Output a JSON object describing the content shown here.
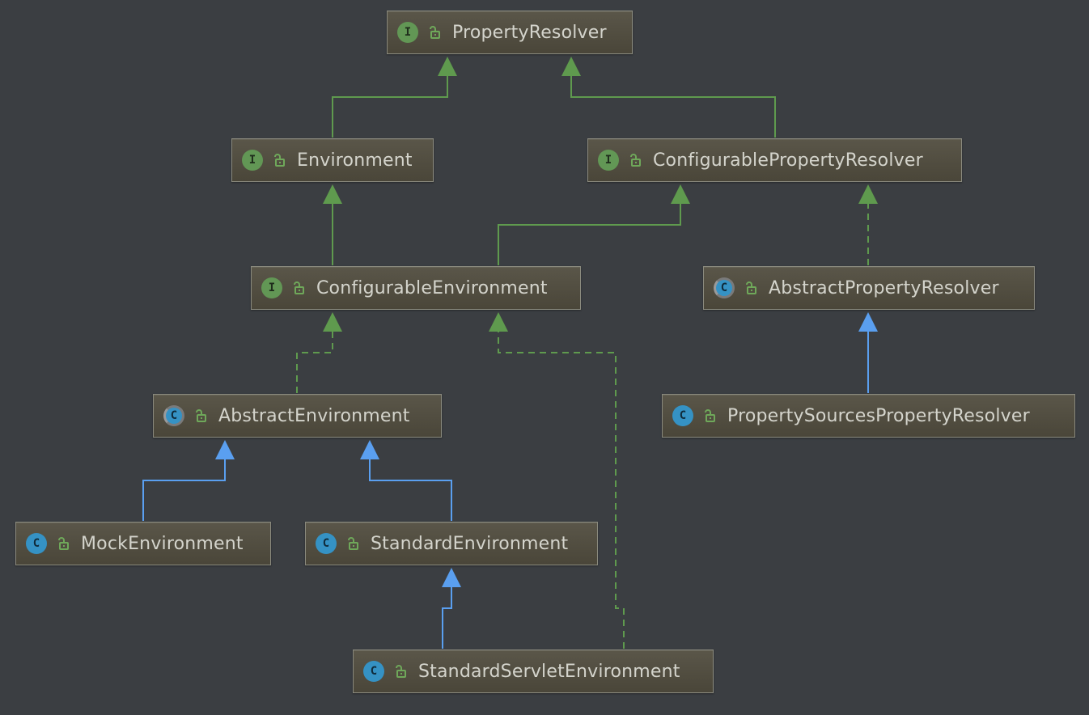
{
  "colors": {
    "background": "#3b3e42",
    "interface_edge": "#5f9a4e",
    "class_edge": "#5a9ff0",
    "interface_badge": "#629755",
    "class_badge": "#3592c4",
    "text": "#d4d4cc"
  },
  "nodes": {
    "property_resolver": {
      "label": "PropertyResolver",
      "kind": "interface",
      "badge": "I"
    },
    "environment": {
      "label": "Environment",
      "kind": "interface",
      "badge": "I"
    },
    "configurable_property_resolver": {
      "label": "ConfigurablePropertyResolver",
      "kind": "interface",
      "badge": "I"
    },
    "configurable_environment": {
      "label": "ConfigurableEnvironment",
      "kind": "interface",
      "badge": "I"
    },
    "abstract_property_resolver": {
      "label": "AbstractPropertyResolver",
      "kind": "abstract-class",
      "badge": "C"
    },
    "abstract_environment": {
      "label": "AbstractEnvironment",
      "kind": "abstract-class",
      "badge": "C"
    },
    "property_sources_property_resolver": {
      "label": "PropertySourcesPropertyResolver",
      "kind": "class",
      "badge": "C"
    },
    "mock_environment": {
      "label": "MockEnvironment",
      "kind": "class",
      "badge": "C"
    },
    "standard_environment": {
      "label": "StandardEnvironment",
      "kind": "class",
      "badge": "C"
    },
    "standard_servlet_environment": {
      "label": "StandardServletEnvironment",
      "kind": "class",
      "badge": "C"
    }
  },
  "edges": [
    {
      "from": "environment",
      "to": "property_resolver",
      "type": "extends-interface"
    },
    {
      "from": "configurable_property_resolver",
      "to": "property_resolver",
      "type": "extends-interface"
    },
    {
      "from": "configurable_environment",
      "to": "environment",
      "type": "extends-interface"
    },
    {
      "from": "configurable_environment",
      "to": "configurable_property_resolver",
      "type": "extends-interface"
    },
    {
      "from": "abstract_property_resolver",
      "to": "configurable_property_resolver",
      "type": "implements"
    },
    {
      "from": "abstract_environment",
      "to": "configurable_environment",
      "type": "implements"
    },
    {
      "from": "property_sources_property_resolver",
      "to": "abstract_property_resolver",
      "type": "extends-class"
    },
    {
      "from": "mock_environment",
      "to": "abstract_environment",
      "type": "extends-class"
    },
    {
      "from": "standard_environment",
      "to": "abstract_environment",
      "type": "extends-class"
    },
    {
      "from": "standard_servlet_environment",
      "to": "standard_environment",
      "type": "extends-class"
    },
    {
      "from": "standard_servlet_environment",
      "to": "configurable_environment",
      "type": "implements"
    }
  ]
}
